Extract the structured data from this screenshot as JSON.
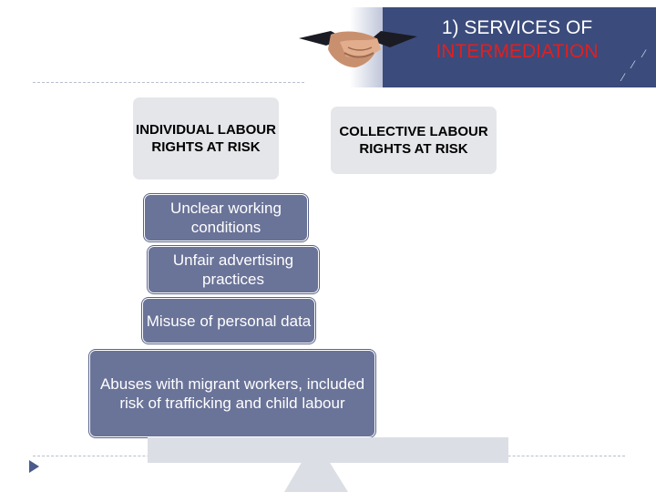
{
  "header": {
    "title_line1": "1) SERVICES OF",
    "title_line2": "INTERMEDIATION",
    "image": "handshake-image"
  },
  "categories": {
    "individual": "INDIVIDUAL LABOUR RIGHTS AT RISK",
    "collective": "COLLECTIVE LABOUR RIGHTS AT RISK"
  },
  "stack": [
    "Unclear working conditions",
    "Unfair advertising practices",
    "Misuse of personal data",
    "Abuses with migrant workers, included risk of trafficking and child labour"
  ],
  "colors": {
    "header_bg": "#3b4b7c",
    "title_accent": "#e02020",
    "box_blue": "#6a7398",
    "box_gray": "#e5e6ea"
  },
  "icons": {
    "bullet": "triangle-right-icon"
  }
}
